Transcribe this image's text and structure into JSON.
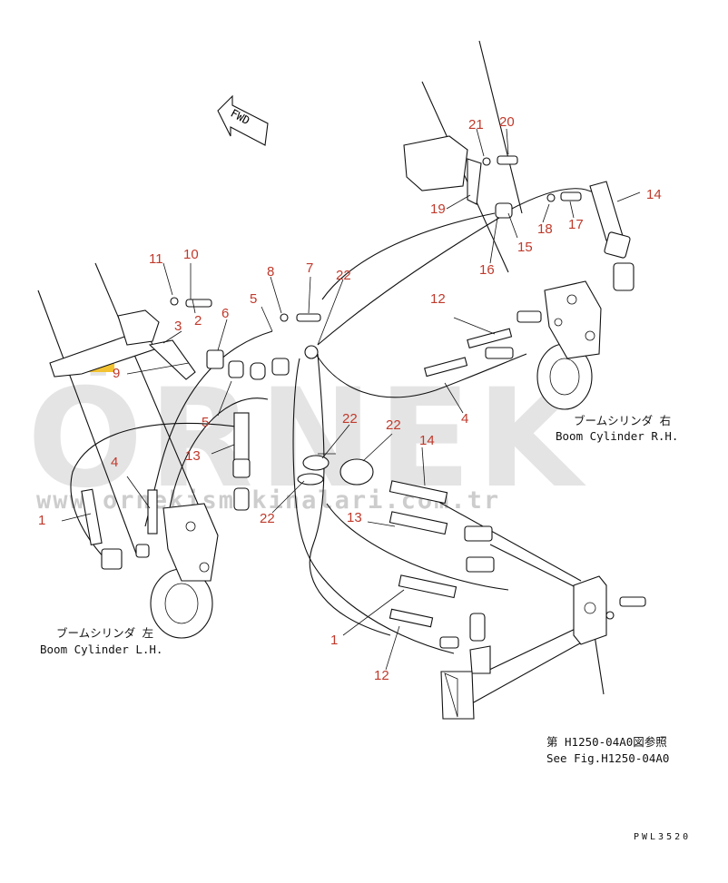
{
  "watermark": {
    "brand": "ÖRNEK",
    "url": "www.ornekismakinalari.com.tr",
    "accent_color": "#f2c230"
  },
  "fwd_label": "FWD",
  "captions": {
    "rh_jp": "ブームシリンダ 右",
    "rh_en": "Boom Cylinder R.H.",
    "lh_jp": "ブームシリンダ 左",
    "lh_en": "Boom Cylinder L.H.",
    "ref_jp": "第 H1250-04A0図参照",
    "ref_en": "See Fig.H1250-04A0"
  },
  "drawing_code": "PWL3520",
  "callouts": [
    "1",
    "1",
    "2",
    "3",
    "4",
    "4",
    "5",
    "5",
    "6",
    "7",
    "8",
    "9",
    "10",
    "11",
    "12",
    "12",
    "13",
    "13",
    "14",
    "14",
    "15",
    "16",
    "17",
    "18",
    "19",
    "20",
    "21",
    "22",
    "22",
    "22",
    "22",
    "22"
  ],
  "colors": {
    "callout": "#c0392b",
    "line": "#111111",
    "watermark": "#cfcfcf"
  }
}
